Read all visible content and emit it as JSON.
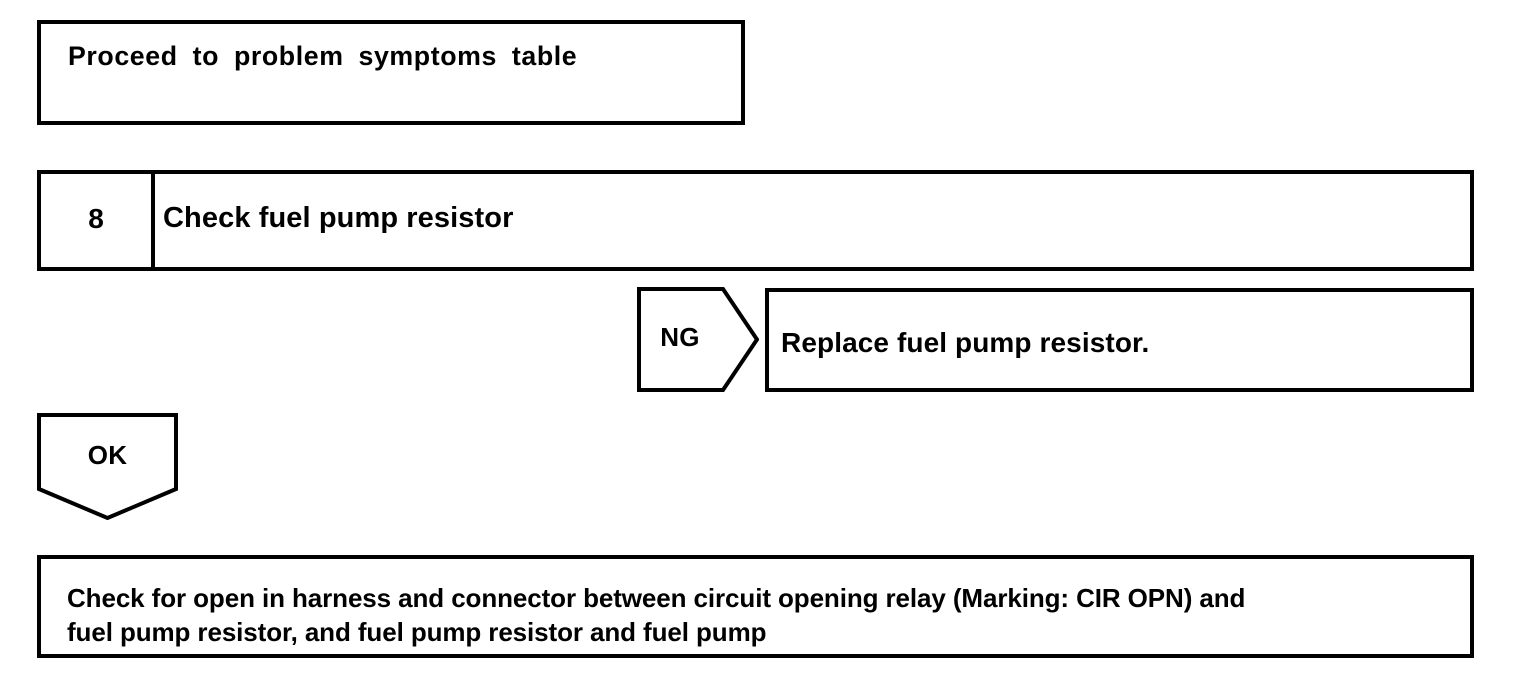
{
  "document": {
    "type": "troubleshooting-flowchart",
    "background_color": "#ffffff",
    "line_color": "#000000"
  },
  "nodes": {
    "proceed": {
      "text": "Proceed to problem symptoms table"
    },
    "step": {
      "number": "8",
      "label": "Check fuel pump resistor"
    },
    "replace": {
      "text": "Replace fuel pump resistor."
    },
    "final": {
      "text": "Check for open in harness and connector between circuit opening relay (Marking: CIR OPN) and\nfuel pump resistor, and fuel pump resistor and fuel pump"
    }
  },
  "branches": {
    "ng": {
      "label": "NG",
      "direction": "right"
    },
    "ok": {
      "label": "OK",
      "direction": "down"
    }
  }
}
